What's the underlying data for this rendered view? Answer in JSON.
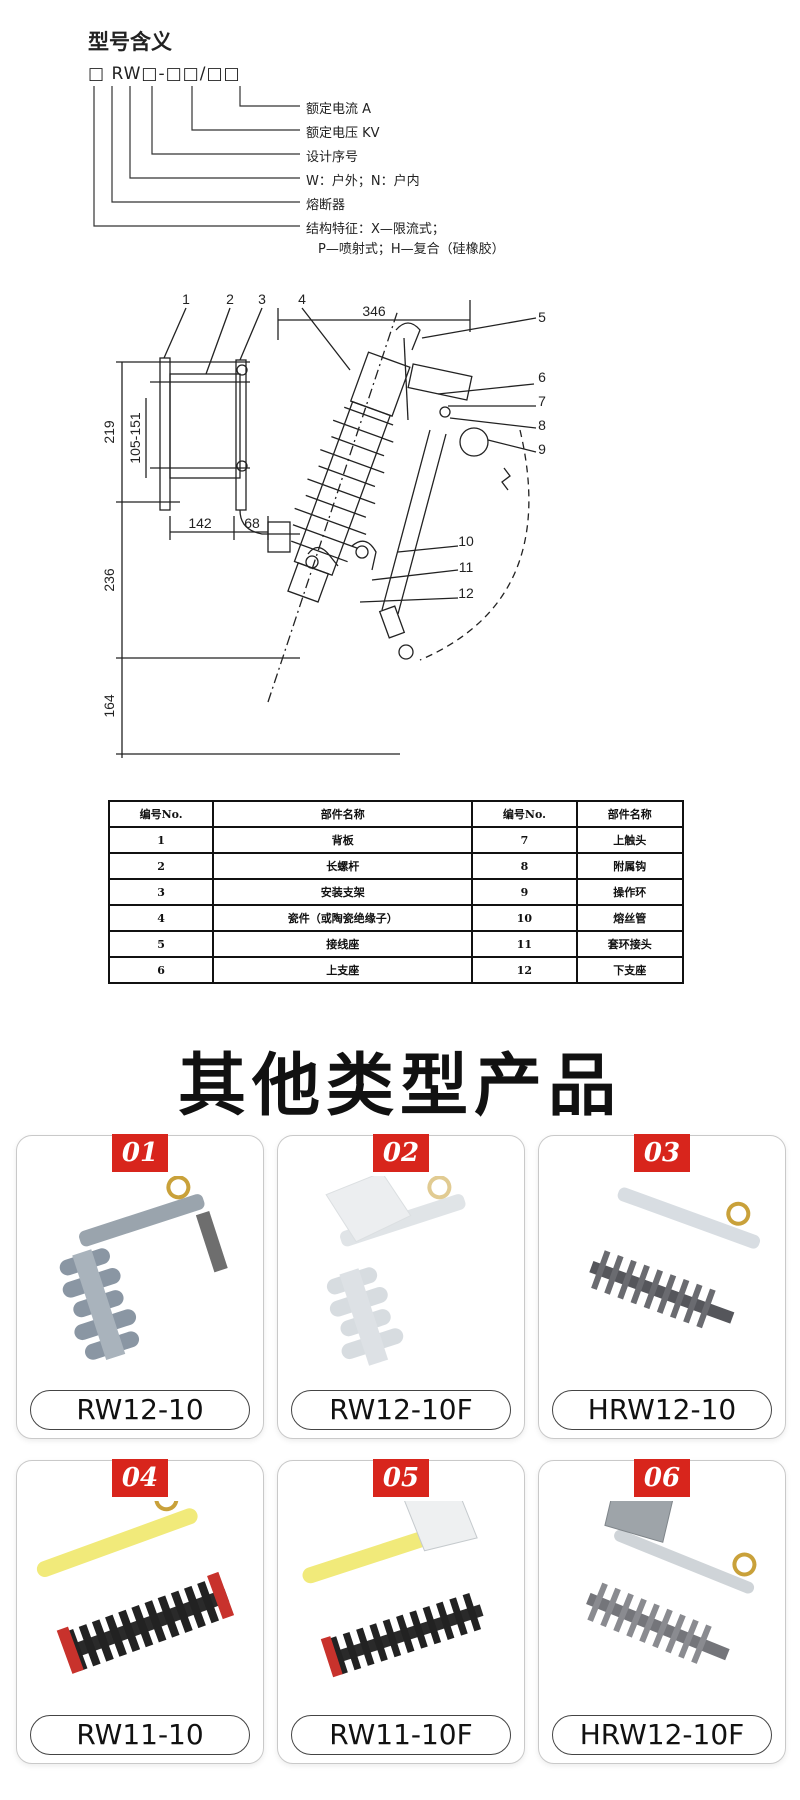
{
  "model": {
    "title": "型号含义",
    "code": "□ RW□-□□/□□",
    "leads": [
      "额定电流 A",
      "额定电压 KV",
      "设计序号",
      "W：户外；N：户内",
      "熔断器",
      "结构特征：X—限流式；",
      "P—喷射式；H—复合（硅橡胶）"
    ]
  },
  "diagram": {
    "callouts": [
      "1",
      "2",
      "3",
      "4",
      "5",
      "6",
      "7",
      "8",
      "9",
      "10",
      "11",
      "12"
    ],
    "dims": {
      "top": "346",
      "left_upper": "219",
      "inner": "105-151",
      "left_mid": "236",
      "left_low": "164",
      "bottom_left": "142",
      "bottom_right": "68"
    }
  },
  "table": {
    "headers": [
      "编号No.",
      "部件名称",
      "编号No.",
      "部件名称"
    ],
    "rows": [
      [
        "1",
        "背板",
        "7",
        "上触头"
      ],
      [
        "2",
        "长螺杆",
        "8",
        "附属钩"
      ],
      [
        "3",
        "安装支架",
        "9",
        "操作环"
      ],
      [
        "4",
        "瓷件（或陶瓷绝缘子）",
        "10",
        "熔丝管"
      ],
      [
        "5",
        "接线座",
        "11",
        "套环接头"
      ],
      [
        "6",
        "上支座",
        "12",
        "下支座"
      ]
    ]
  },
  "other": {
    "title": "其他类型产品",
    "products": [
      {
        "num": "01",
        "name": "RW12-10"
      },
      {
        "num": "02",
        "name": "RW12-10F"
      },
      {
        "num": "03",
        "name": "HRW12-10"
      },
      {
        "num": "04",
        "name": "RW11-10"
      },
      {
        "num": "05",
        "name": "RW11-10F"
      },
      {
        "num": "06",
        "name": "HRW12-10F"
      }
    ]
  },
  "colors": {
    "badge": "#d8251c",
    "insulator_gray": "#8a96a3",
    "insulator_dark": "#2a2a2a",
    "fuse_yellow": "#f1ea7a"
  }
}
